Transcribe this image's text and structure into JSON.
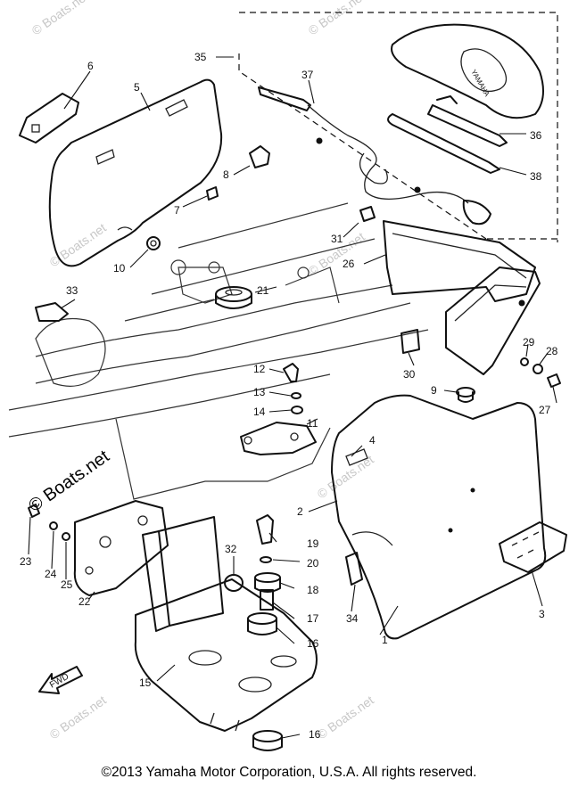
{
  "watermark": {
    "text": "© Boats.net",
    "logo_text": "© Boats.net"
  },
  "copyright": "©2013 Yamaha Motor Corporation, U.S.A. All rights reserved.",
  "fwd_label": "FWD",
  "seat_brand": "YAMAHA",
  "callouts": [
    "1",
    "2",
    "3",
    "5",
    "6",
    "7",
    "8",
    "9",
    "10",
    "11",
    "12",
    "13",
    "14",
    "15",
    "16",
    "16",
    "17",
    "18",
    "19",
    "20",
    "21",
    "22",
    "23",
    "24",
    "25",
    "26",
    "27",
    "28",
    "29",
    "30",
    "31",
    "32",
    "33",
    "34",
    "35",
    "36",
    "37",
    "38",
    "4"
  ]
}
